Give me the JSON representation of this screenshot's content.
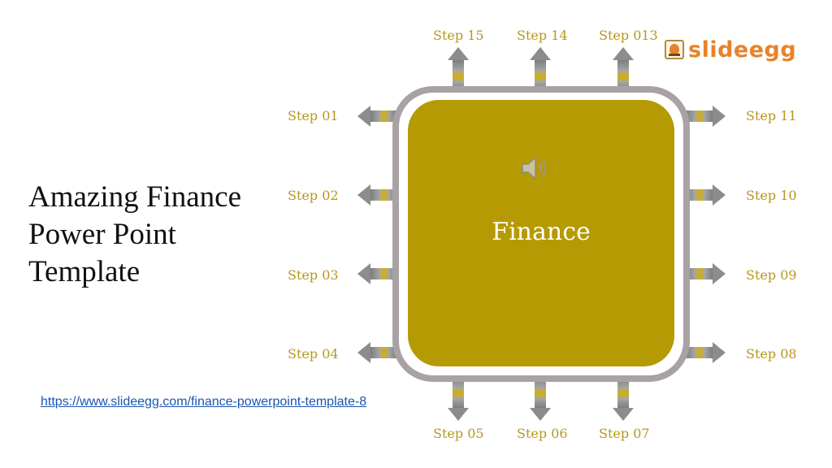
{
  "slide": {
    "title_lines": [
      "Amazing Finance",
      "Power Point",
      "Template"
    ],
    "link_text": "https://www.slideegg.com/finance-powerpoint-template-8",
    "logo_text": "slideegg"
  },
  "diagram": {
    "center_label": "Finance",
    "colors": {
      "accent": "#b8961c",
      "center_fill": "#b59a04",
      "frame": "#a8a2a5",
      "arrow": "#8c8c8c"
    },
    "steps": {
      "top": [
        "Step 15",
        "Step 14",
        "Step 013"
      ],
      "left": [
        "Step 01",
        "Step 02",
        "Step 03",
        "Step 04"
      ],
      "right": [
        "Step 11",
        "Step 10",
        "Step 09",
        "Step 08"
      ],
      "bottom": [
        "Step 05",
        "Step 06",
        "Step 07"
      ]
    }
  }
}
